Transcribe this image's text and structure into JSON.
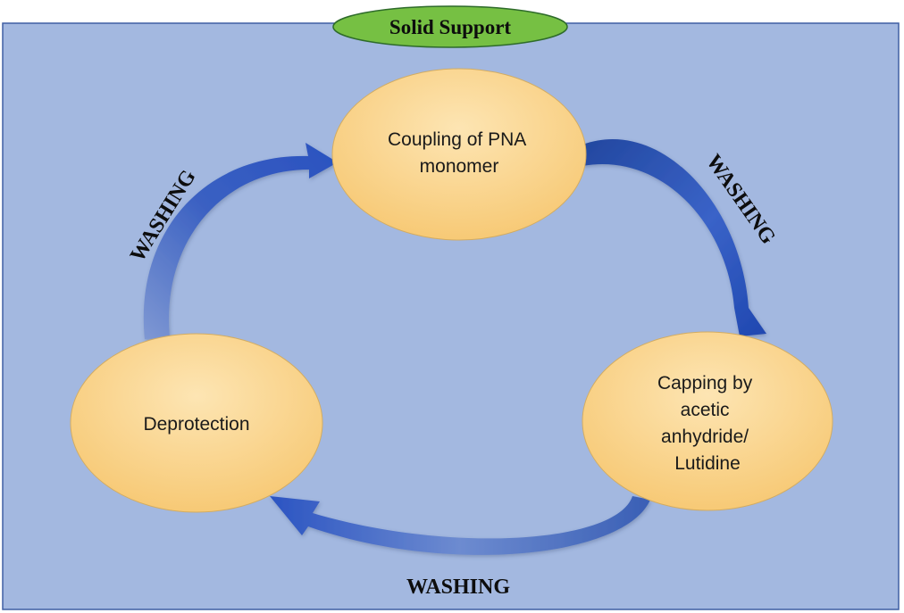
{
  "header": {
    "label": "Solid Support"
  },
  "nodes": {
    "coupling": {
      "lines": [
        "Coupling of PNA",
        "monomer"
      ]
    },
    "capping": {
      "lines": [
        "Capping by",
        "acetic",
        "anhydride/",
        "Lutidine"
      ]
    },
    "deprotection": {
      "lines": [
        "Deprotection"
      ]
    }
  },
  "arrows": {
    "top_right_label": "WASHING",
    "bottom_label": "WASHING",
    "left_label": "WASHING"
  },
  "colors": {
    "panel_fill": "#a3b8e0",
    "panel_border": "#3f5fa3",
    "node_fill_top": "#fbdca0",
    "node_fill_bottom": "#f6c56c",
    "node_border": "#c9a55a",
    "arrow_dark": "#2b50b8",
    "arrow_light": "#8fa6da",
    "header_fill": "#76c043",
    "header_border": "#2e6b2a"
  }
}
